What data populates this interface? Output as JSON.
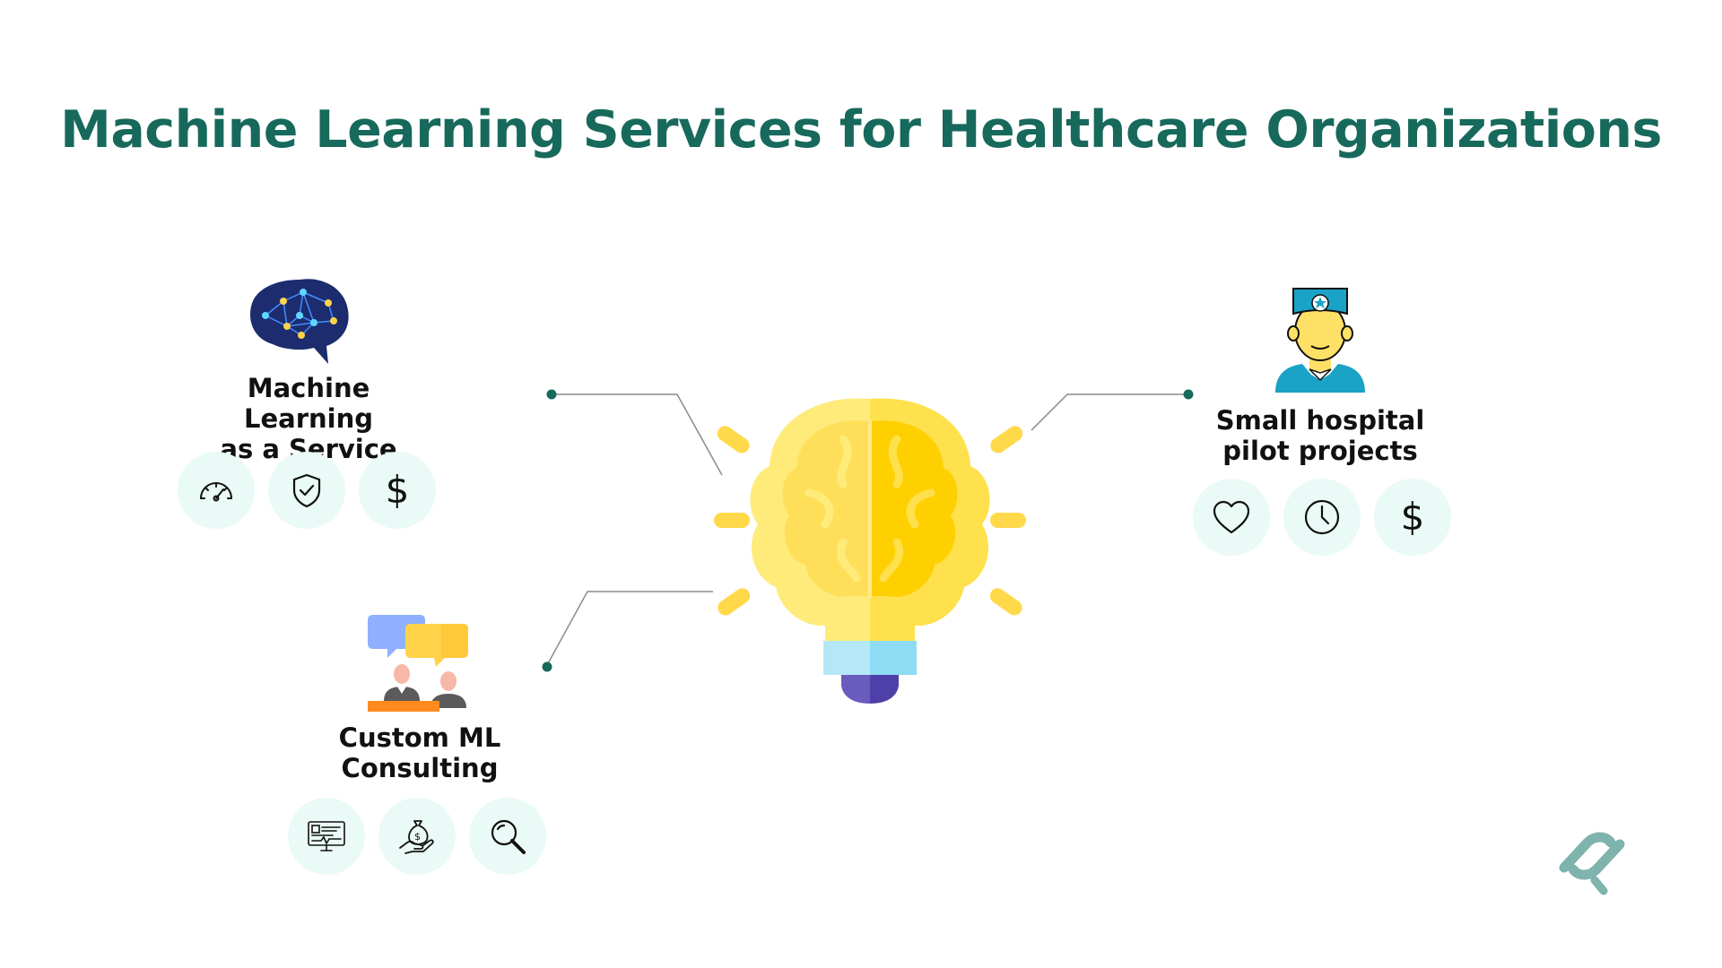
{
  "title": "Machine Learning Services for Healthcare Organizations",
  "colors": {
    "title": "#17695c",
    "connector_dot": "#17695c",
    "icon_circle_bg": "#eafaf6",
    "bulb_yellow": "#ffd000",
    "logo": "#7fb3ad"
  },
  "central_icon": "lightbulb-brain-icon",
  "blocks": [
    {
      "id": "mlaas",
      "icon": "neural-brain-icon",
      "title_lines": [
        "Machine Learning",
        "as a Service"
      ],
      "feature_icons": [
        {
          "name": "speedometer-icon"
        },
        {
          "name": "shield-check-icon"
        },
        {
          "name": "dollar-icon",
          "glyph": "$"
        }
      ]
    },
    {
      "id": "consulting",
      "icon": "consultation-chat-icon",
      "title_lines": [
        "Custom ML",
        "Consulting"
      ],
      "feature_icons": [
        {
          "name": "medical-monitor-icon"
        },
        {
          "name": "money-bag-hand-icon"
        },
        {
          "name": "magnifier-icon"
        }
      ]
    },
    {
      "id": "hospital",
      "icon": "nurse-icon",
      "title_lines": [
        "Small hospital",
        "pilot projects"
      ],
      "feature_icons": [
        {
          "name": "heart-icon"
        },
        {
          "name": "clock-icon"
        },
        {
          "name": "dollar-icon",
          "glyph": "$"
        }
      ]
    }
  ],
  "logo_icon": "company-logo-icon"
}
